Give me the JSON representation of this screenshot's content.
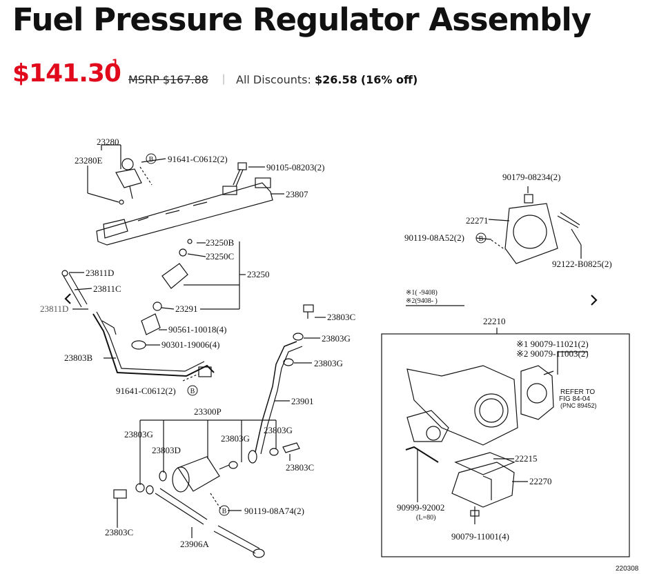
{
  "product": {
    "title": "Fuel Pressure Regulator Assembly",
    "price": "$141.30",
    "footnote": "1",
    "msrp": "MSRP $167.88",
    "discount_label": "All Discounts:",
    "discount_amount": "$26.58",
    "discount_pct": "(16% off)"
  },
  "diagram": {
    "labels": {
      "l23280": "23280",
      "l23280E": "23280E",
      "l91641a": "91641-C0612(2)",
      "l90105": "90105-08203(2)",
      "l23807": "23807",
      "l23250B": "23250B",
      "l23250C": "23250C",
      "l23250": "23250",
      "l23811Da": "23811D",
      "l23811C": "23811C",
      "l23811Db": "23811D",
      "l23291": "23291",
      "l90561": "90561-10018(4)",
      "l90301": "90301-19006(4)",
      "l23803B": "23803B",
      "l91641b": "91641-C0612(2)",
      "l23803Ca": "23803C",
      "l23803Ga": "23803G",
      "l23803Gb": "23803G",
      "l23901": "23901",
      "l23300P": "23300P",
      "l23803Gc": "23803G",
      "l23803D": "23803D",
      "l23803Gd": "23803G",
      "l23803Ge": "23803G",
      "l23803Cb": "23803C",
      "l90119A74": "90119-08A74(2)",
      "l23803Cc": "23803C",
      "l23906A": "23906A",
      "l90179": "90179-08234(2)",
      "l22271": "22271",
      "l90119A52": "90119-08A52(2)",
      "l92122": "92122-B0825(2)",
      "note1": "※1(      -9408)",
      "note2": "※2(9408-        )",
      "l22210": "22210",
      "l90079a": "※1 90079-11021(2)",
      "l90079b": "※2 90079-11003(2)",
      "refer1": "REFER TO",
      "refer2": "FIG 84-04",
      "refer3": "(PNC 89452)",
      "l22215": "22215",
      "l22270": "22270",
      "l90999": "90999-92002",
      "l80": "(L=80)",
      "l90079c": "90079-11001(4)",
      "code": "220308"
    }
  },
  "nav": {
    "prev": "‹",
    "next": "›"
  }
}
